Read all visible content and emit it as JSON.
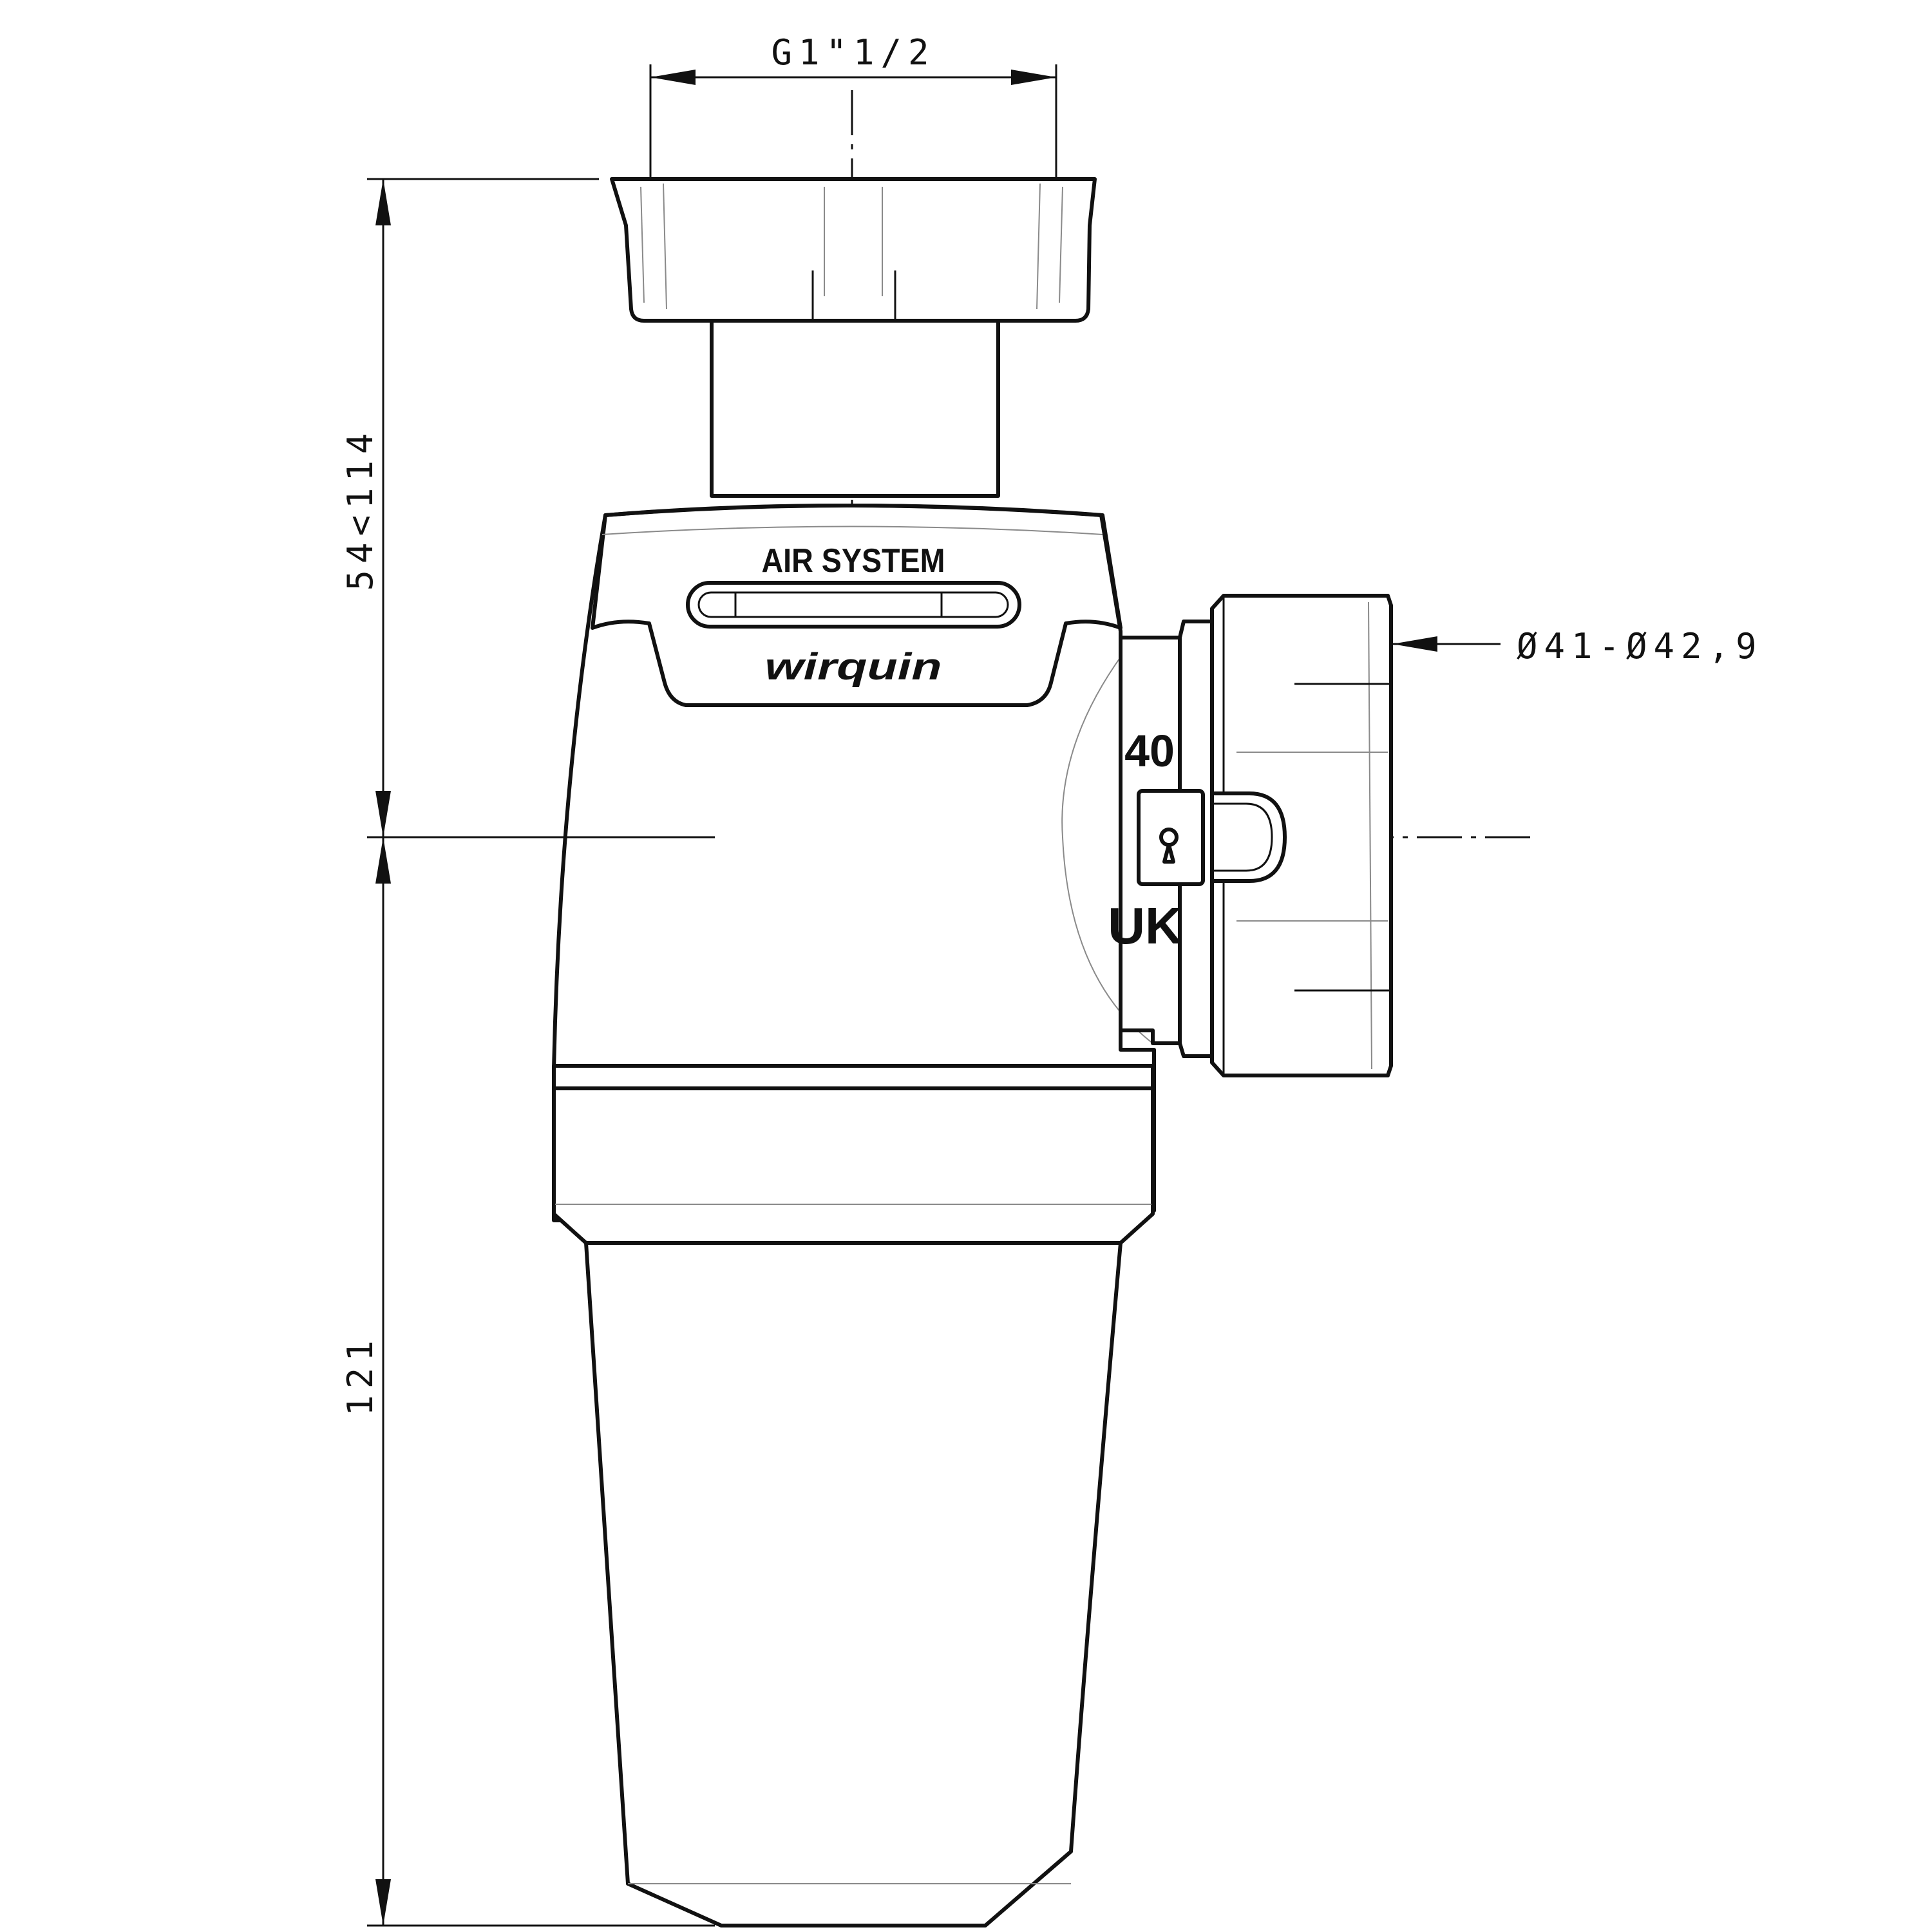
{
  "dimensions": {
    "thread": "G1\"1/2",
    "upper_height": "54<114",
    "lower_height": "121",
    "outlet_diameter": "Ø41-Ø42,9"
  },
  "product": {
    "system_label": "AIR SYSTEM",
    "brand": "wirquin"
  },
  "markings": {
    "size": "40",
    "region": "UK"
  }
}
